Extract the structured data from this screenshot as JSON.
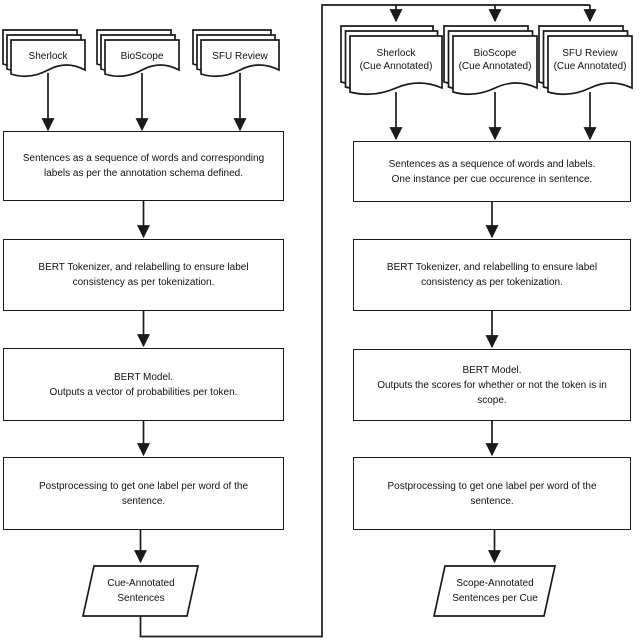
{
  "colors": {
    "stroke": "#1a1a1a",
    "node_fill": "#ffffff",
    "background": "#ffffff"
  },
  "cue_pipeline": {
    "sources": [
      {
        "shape": "document-stack",
        "title": "Sherlock"
      },
      {
        "shape": "document-stack",
        "title": "BioScope"
      },
      {
        "shape": "document-stack",
        "title": "SFU Review"
      }
    ],
    "steps": [
      {
        "shape": "process",
        "text": "Sentences as a sequence of words and corresponding\nlabels as per the annotation schema defined."
      },
      {
        "shape": "process",
        "text": "BERT Tokenizer, and relabelling to ensure label\nconsistency as per tokenization."
      },
      {
        "shape": "process",
        "text": "BERT Model.\nOutputs a vector of probabilities per token."
      },
      {
        "shape": "process",
        "text": "Postprocessing to get one label per word of the\nsentence."
      }
    ],
    "output": {
      "shape": "parallelogram",
      "text": "Cue-Annotated\nSentences"
    }
  },
  "scope_pipeline": {
    "sources": [
      {
        "shape": "document-stack",
        "title": "Sherlock",
        "subtitle": "(Cue Annotated)"
      },
      {
        "shape": "document-stack",
        "title": "BioScope",
        "subtitle": "(Cue Annotated)"
      },
      {
        "shape": "document-stack",
        "title": "SFU Review",
        "subtitle": "(Cue Annotated)"
      }
    ],
    "steps": [
      {
        "shape": "process",
        "text": "Sentences as a sequence of words and labels.\nOne instance per cue occurence in sentence."
      },
      {
        "shape": "process",
        "text": "BERT Tokenizer, and relabelling to ensure label\nconsistency as per tokenization."
      },
      {
        "shape": "process",
        "text": "BERT Model.\nOutputs the scores for whether or not the token is in\nscope."
      },
      {
        "shape": "process",
        "text": "Postprocessing to get one label per word of the\nsentence."
      }
    ],
    "output": {
      "shape": "parallelogram",
      "text": "Scope-Annotated\nSentences per Cue"
    }
  }
}
